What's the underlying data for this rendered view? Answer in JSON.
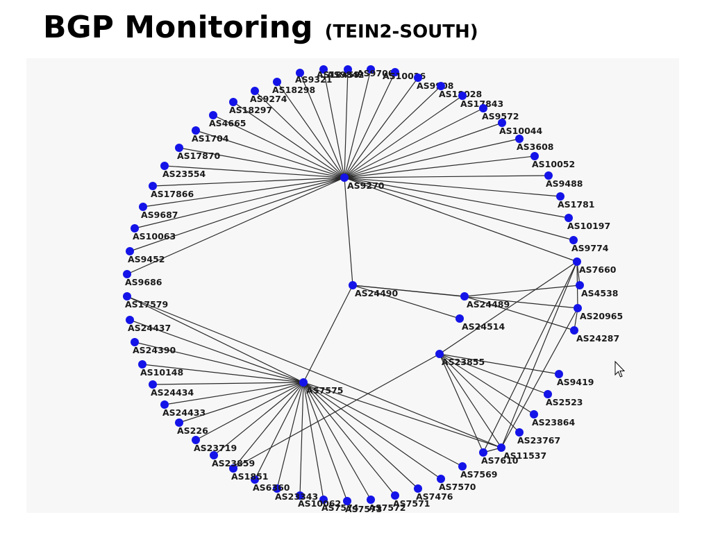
{
  "title": {
    "main": "BGP Monitoring",
    "sub": "(TEIN2-SOUTH)"
  },
  "diagram": {
    "hubs": [
      "AS9270",
      "AS24490",
      "AS7575",
      "AS23855",
      "AS7660",
      "AS11537",
      "AS24489"
    ],
    "nodes": [
      "AS9270",
      "AS24490",
      "AS7575",
      "AS23855",
      "AS7660",
      "AS11537",
      "AS24489",
      "AS24514",
      "AS4538",
      "AS20965",
      "AS24287",
      "AS9419",
      "AS2523",
      "AS23864",
      "AS23767",
      "AS7610",
      "AS7569",
      "AS7570",
      "AS7476",
      "AS7571",
      "AS7572",
      "AS7574",
      "AS7573",
      "AS10062",
      "AS23343",
      "AS6360",
      "AS1851",
      "AS23859",
      "AS23719",
      "AS226",
      "AS24433",
      "AS24434",
      "AS10148",
      "AS24390",
      "AS24437",
      "AS17579",
      "AS9686",
      "AS9452",
      "AS10063",
      "AS9687",
      "AS17866",
      "AS23554",
      "AS17870",
      "AS1704",
      "AS4665",
      "AS18297",
      "AS9274",
      "AS18298",
      "AS9321",
      "AS18459",
      "AS9842",
      "AS9706",
      "AS10026",
      "AS9908",
      "AS18028",
      "AS17843",
      "AS9572",
      "AS10044",
      "AS3608",
      "AS10052",
      "AS9488",
      "AS1781",
      "AS10197",
      "AS9774"
    ],
    "edges": [
      [
        "AS9270",
        "AS24490"
      ],
      [
        "AS9270",
        "AS9686"
      ],
      [
        "AS9270",
        "AS9452"
      ],
      [
        "AS9270",
        "AS10063"
      ],
      [
        "AS9270",
        "AS9687"
      ],
      [
        "AS9270",
        "AS17866"
      ],
      [
        "AS9270",
        "AS23554"
      ],
      [
        "AS9270",
        "AS17870"
      ],
      [
        "AS9270",
        "AS1704"
      ],
      [
        "AS9270",
        "AS4665"
      ],
      [
        "AS9270",
        "AS18297"
      ],
      [
        "AS9270",
        "AS9274"
      ],
      [
        "AS9270",
        "AS18298"
      ],
      [
        "AS9270",
        "AS9321"
      ],
      [
        "AS9270",
        "AS18459"
      ],
      [
        "AS9270",
        "AS9842"
      ],
      [
        "AS9270",
        "AS9706"
      ],
      [
        "AS9270",
        "AS10026"
      ],
      [
        "AS9270",
        "AS9908"
      ],
      [
        "AS9270",
        "AS18028"
      ],
      [
        "AS9270",
        "AS17843"
      ],
      [
        "AS9270",
        "AS9572"
      ],
      [
        "AS9270",
        "AS10044"
      ],
      [
        "AS9270",
        "AS3608"
      ],
      [
        "AS9270",
        "AS10052"
      ],
      [
        "AS9270",
        "AS9488"
      ],
      [
        "AS9270",
        "AS1781"
      ],
      [
        "AS9270",
        "AS10197"
      ],
      [
        "AS9270",
        "AS9774"
      ],
      [
        "AS9270",
        "AS7660"
      ],
      [
        "AS24490",
        "AS24489"
      ],
      [
        "AS24490",
        "AS24514"
      ],
      [
        "AS24490",
        "AS7575"
      ],
      [
        "AS24489",
        "AS4538"
      ],
      [
        "AS24489",
        "AS24287"
      ],
      [
        "AS7660",
        "AS4538"
      ],
      [
        "AS7660",
        "AS20965"
      ],
      [
        "AS7660",
        "AS23855"
      ],
      [
        "AS7660",
        "AS11537"
      ],
      [
        "AS7660",
        "AS7610"
      ],
      [
        "AS20965",
        "AS24287"
      ],
      [
        "AS24490",
        "AS20965"
      ],
      [
        "AS23855",
        "AS1851"
      ],
      [
        "AS23855",
        "AS9419"
      ],
      [
        "AS23855",
        "AS2523"
      ],
      [
        "AS23855",
        "AS23864"
      ],
      [
        "AS23855",
        "AS23767"
      ],
      [
        "AS23855",
        "AS11537"
      ],
      [
        "AS23855",
        "AS7610"
      ],
      [
        "AS11537",
        "AS20965"
      ],
      [
        "AS11537",
        "AS7610"
      ],
      [
        "AS7575",
        "AS17579"
      ],
      [
        "AS7575",
        "AS24437"
      ],
      [
        "AS7575",
        "AS24390"
      ],
      [
        "AS7575",
        "AS10148"
      ],
      [
        "AS7575",
        "AS24434"
      ],
      [
        "AS7575",
        "AS24433"
      ],
      [
        "AS7575",
        "AS226"
      ],
      [
        "AS7575",
        "AS23719"
      ],
      [
        "AS7575",
        "AS23859"
      ],
      [
        "AS7575",
        "AS1851"
      ],
      [
        "AS7575",
        "AS6360"
      ],
      [
        "AS7575",
        "AS23343"
      ],
      [
        "AS7575",
        "AS10062"
      ],
      [
        "AS7575",
        "AS7574"
      ],
      [
        "AS7575",
        "AS7573"
      ],
      [
        "AS7575",
        "AS7572"
      ],
      [
        "AS7575",
        "AS7571"
      ],
      [
        "AS7575",
        "AS7476"
      ],
      [
        "AS7575",
        "AS7570"
      ],
      [
        "AS7575",
        "AS7569"
      ],
      [
        "AS7575",
        "AS11537"
      ],
      [
        "AS17579",
        "AS11537"
      ]
    ]
  }
}
